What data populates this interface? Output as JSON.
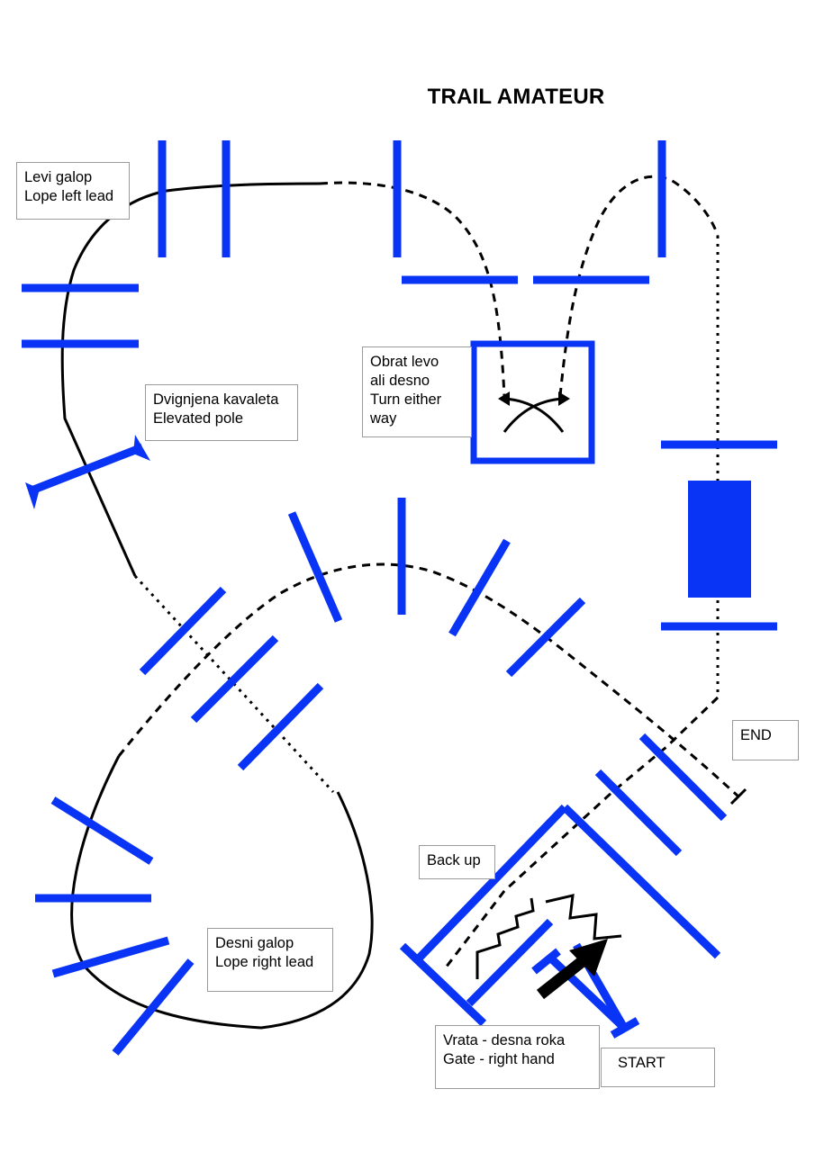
{
  "title": "TRAIL AMATEUR",
  "labels": {
    "lope_left": [
      "Levi galop",
      "Lope left lead"
    ],
    "elevated_pole": [
      "Dvignjena kavaleta",
      "Elevated pole"
    ],
    "turn": [
      "Obrat levo",
      "ali desno",
      "Turn either",
      "way"
    ],
    "end": "END",
    "back_up": "Back up",
    "lope_right": [
      "Desni galop",
      "Lope right lead"
    ],
    "gate": [
      "Vrata - desna roka",
      "Gate -  right hand"
    ],
    "start": "START"
  },
  "colors": {
    "obstacle": "#0a34f5",
    "route": "#000000",
    "label_border": "#9a9a9a"
  }
}
